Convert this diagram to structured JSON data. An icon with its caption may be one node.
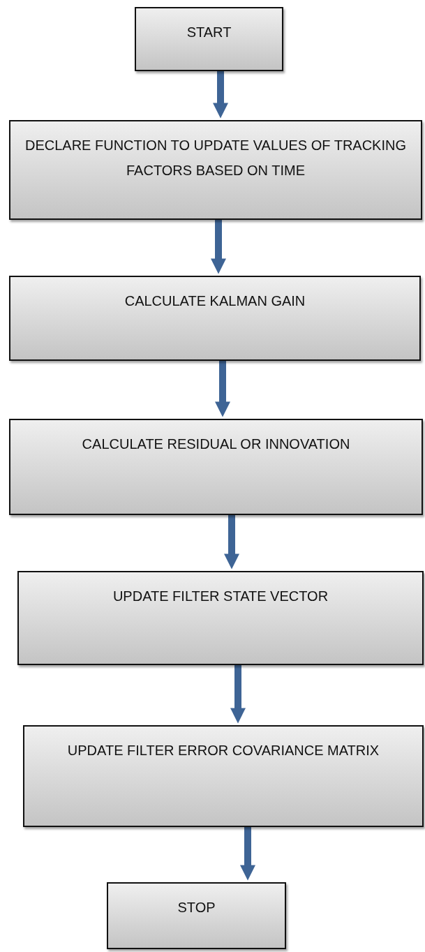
{
  "diagram": {
    "nodes": [
      {
        "text": [
          "START"
        ]
      },
      {
        "text": [
          "DECLARE FUNCTION TO UPDATE VALUES OF TRACKING FACTORS BASED ON TIME"
        ]
      },
      {
        "text": [
          "CALCULATE KALMAN GAIN"
        ]
      },
      {
        "text": [
          "CALCULATE RESIDUAL OR INNOVATION"
        ]
      },
      {
        "text": [
          "UPDATE FILTER STATE VECTOR"
        ]
      },
      {
        "text": [
          "UPDATE FILTER ERROR COVARIANCE MATRIX"
        ]
      },
      {
        "text": [
          "STOP"
        ]
      }
    ],
    "edges": [
      {
        "from": 0,
        "to": 1,
        "arrow": "to"
      },
      {
        "from": 1,
        "to": 2,
        "arrow": "to"
      },
      {
        "from": 2,
        "to": 3,
        "arrow": "to"
      },
      {
        "from": 3,
        "to": 4,
        "arrow": "to"
      },
      {
        "from": 4,
        "to": 5,
        "arrow": "to"
      },
      {
        "from": 5,
        "to": 6,
        "arrow": "to"
      }
    ]
  }
}
